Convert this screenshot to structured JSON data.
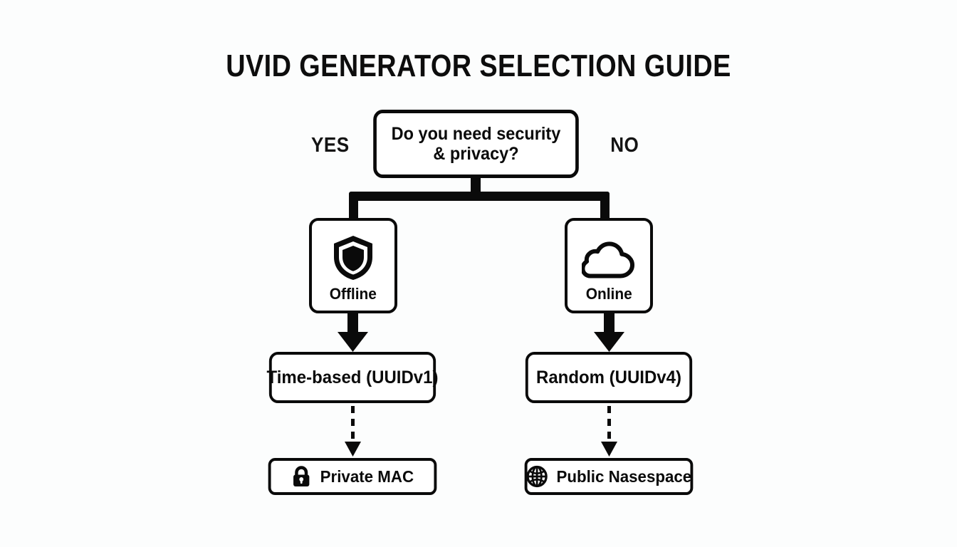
{
  "page": {
    "title": "UVID GENERATOR SELECTION GUIDE",
    "background_color": "#fcfdfd",
    "ink_color": "#0a0a0a"
  },
  "diagram": {
    "type": "flowchart",
    "decision": {
      "line1": "Do you need security",
      "line2": "& privacy?",
      "yes_label": "YES",
      "no_label": "NO"
    },
    "branches": [
      {
        "id": "offline",
        "label": "Offline",
        "icon": "shield-icon",
        "side": "yes",
        "result_type": {
          "label": "Time-based (UUIDv1)"
        },
        "result_detail": {
          "label": "Private MAC",
          "icon": "lock-icon"
        }
      },
      {
        "id": "online",
        "label": "Online",
        "icon": "cloud-icon",
        "side": "no",
        "result_type": {
          "label": "Random (UUIDv4)"
        },
        "result_detail": {
          "label": "Public Nasespace",
          "icon": "globe-icon"
        }
      }
    ]
  }
}
